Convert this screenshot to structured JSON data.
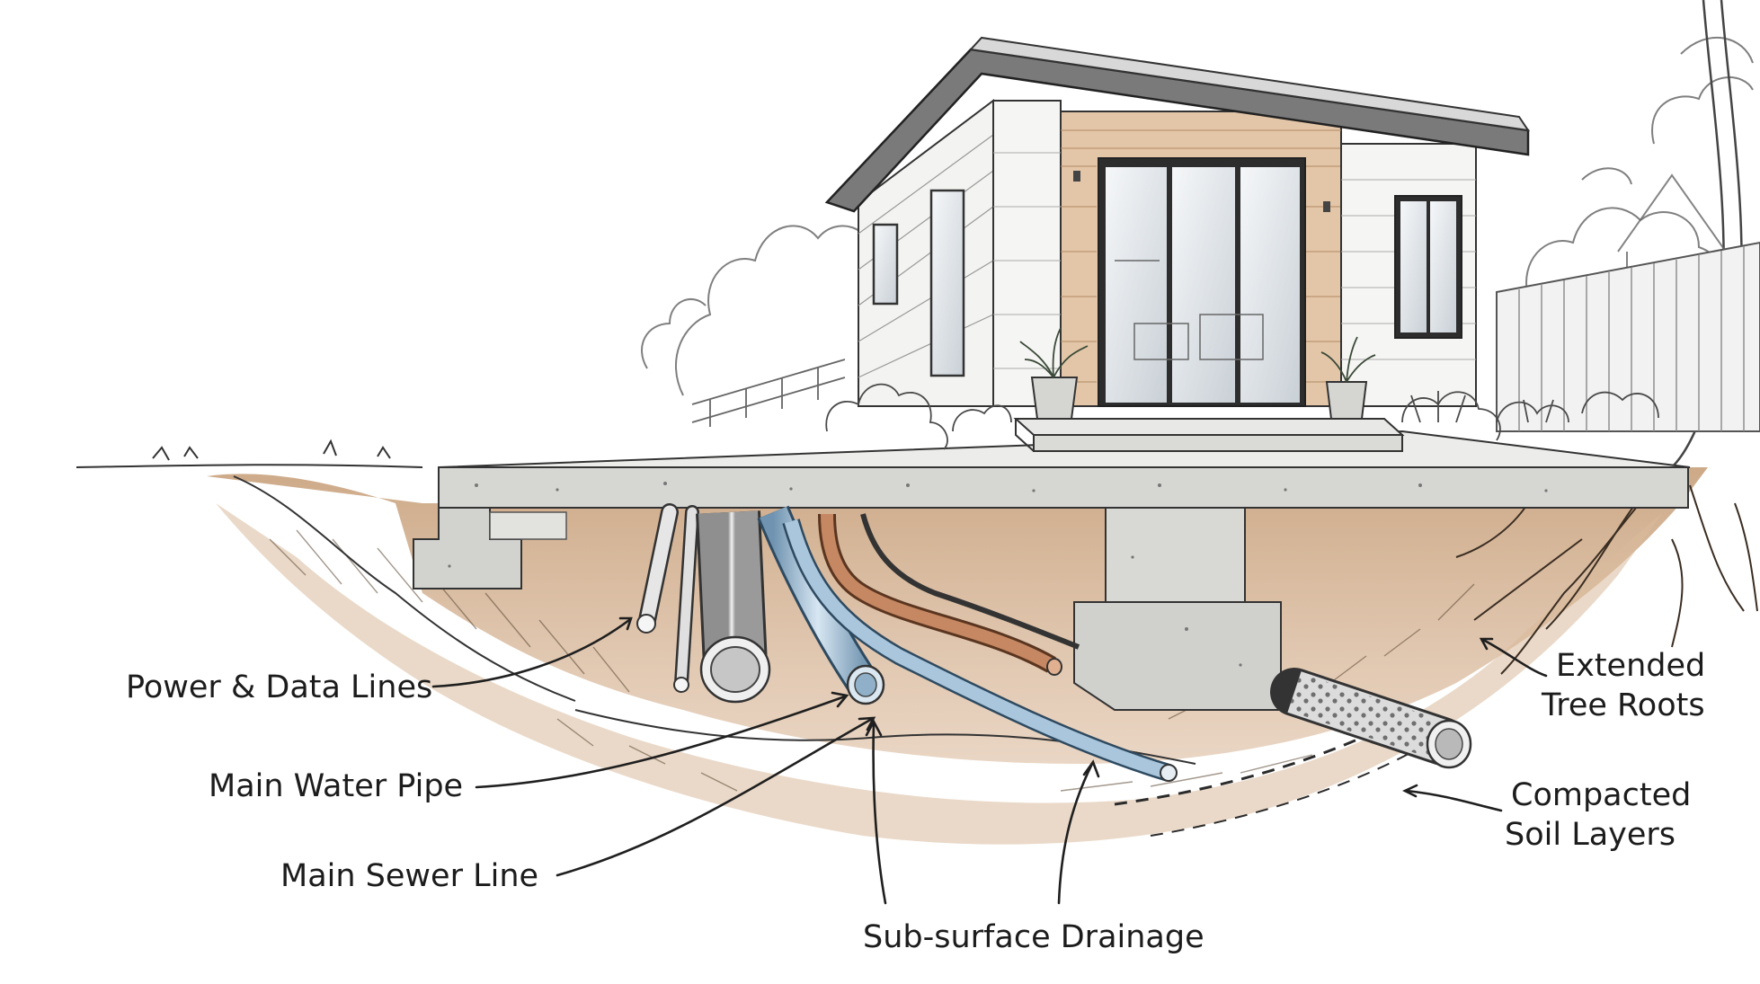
{
  "labels": {
    "power_data": "Power & Data Lines",
    "main_water": "Main Water Pipe",
    "main_sewer": "Main Sewer Line",
    "drainage": "Sub-surface Drainage",
    "roots_1": "Extended",
    "roots_2": "Tree Roots",
    "soil_1": "Compacted",
    "soil_2": "Soil Layers"
  },
  "colors": {
    "soil": "#c9a07a",
    "soil_dark": "#a67a52",
    "concrete": "#d9d9d6",
    "cladding": "#eeeeee",
    "wood": "#d9b48f",
    "water_pipe": "#a9c6dc",
    "copper": "#b8754e",
    "ink": "#2a2a2a"
  }
}
